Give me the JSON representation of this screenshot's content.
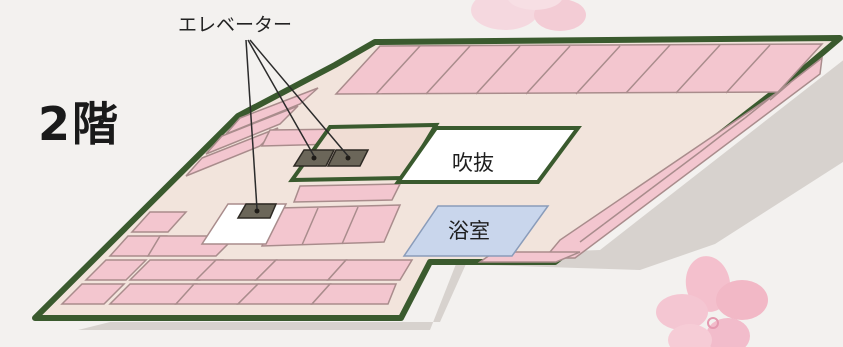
{
  "floor": {
    "label": "2階"
  },
  "elevator": {
    "label": "エレベーター"
  },
  "rooms": {
    "atrium": "吹抜",
    "bath": "浴室"
  },
  "colors": {
    "background": "#f3f1ef",
    "wall": "#3a5a2e",
    "corridor": "#f2e4dc",
    "room": "#f3c6cf",
    "bath": "#c9d6ec",
    "atrium": "#ffffff",
    "elevator": "#6b6659",
    "blossom": "#f2c3cf"
  }
}
